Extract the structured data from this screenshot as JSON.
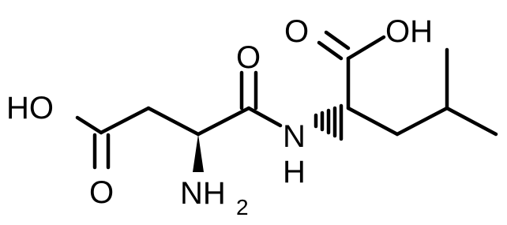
{
  "molecule": {
    "atoms": {
      "ho_left": "HO",
      "o_left_carbonyl": "O",
      "o_amide": "O",
      "nh_amide_n": "N",
      "nh_amide_h": "H",
      "nh2_n": "NH",
      "nh2_sub": "2",
      "cooh_right_o": "O",
      "cooh_right_oh": "OH"
    }
  }
}
